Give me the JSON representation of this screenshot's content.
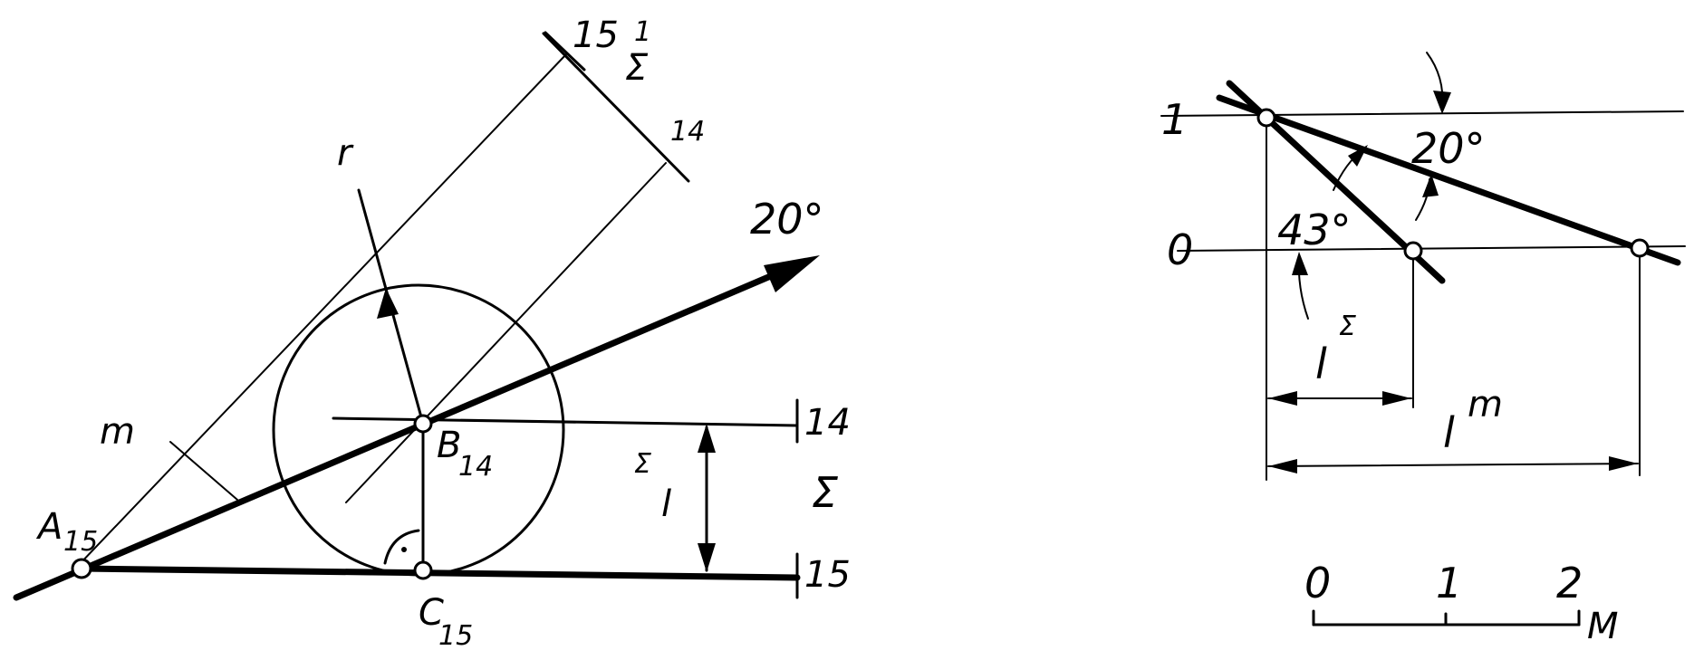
{
  "left_figure": {
    "labels": {
      "angle_20": "20°",
      "r": "r",
      "m": "m",
      "A": "A",
      "A_sub": "15",
      "B": "B",
      "B_sub": "14",
      "C": "C",
      "C_sub": "15",
      "level_15_top": "15",
      "level_1_top": "1",
      "sigma_top": "Σ",
      "level_14_top": "14",
      "level_14_right": "14",
      "sigma_right": "Σ",
      "level_15_right": "15",
      "l_sigma_dim": "l",
      "l_sigma_sup": "Σ"
    }
  },
  "right_figure": {
    "labels": {
      "level_1": "1",
      "level_0": "0",
      "angle_20": "20°",
      "angle_43": "43°",
      "l_sigma": "l",
      "l_sigma_sup": "Σ",
      "l_m": "l",
      "l_m_sup": "m"
    }
  },
  "scale_bar": {
    "ticks": [
      "0",
      "1",
      "2"
    ],
    "unit": "M"
  }
}
